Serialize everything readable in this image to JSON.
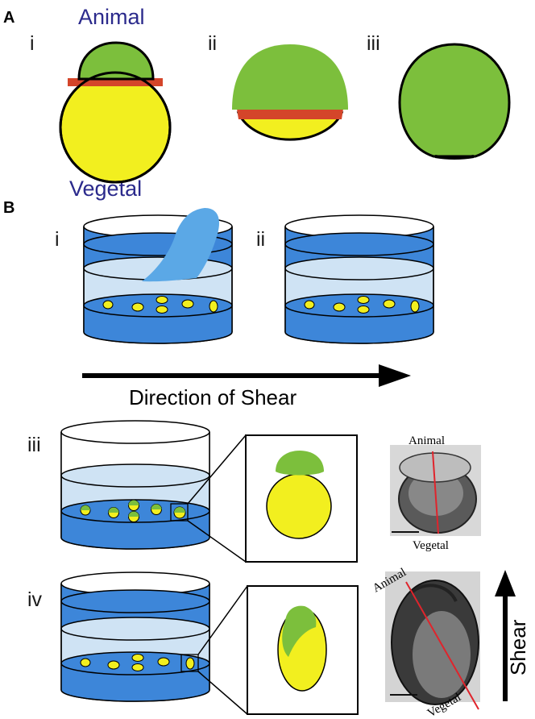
{
  "figure": {
    "panel_a": {
      "letter": "A",
      "labels": [
        "i",
        "ii",
        "iii"
      ],
      "animal_label": "Animal",
      "vegetal_label": "Vegetal"
    },
    "panel_b": {
      "letter": "B",
      "labels": [
        "i",
        "ii",
        "iii",
        "iv"
      ],
      "direction_label": "Direction of Shear",
      "photo_iii": {
        "animal": "Animal",
        "vegetal": "Vegetal"
      },
      "photo_iv": {
        "animal": "Animal",
        "vegetal": "Vegetal"
      },
      "shear_label": "Shear"
    }
  },
  "colors": {
    "yolk": "#f2ef1f",
    "blastoderm": "#7cbf3c",
    "margin": "#d4452a",
    "medium": "#3d86d9",
    "medium_light": "#cfe3f4",
    "pole_text": "#2b2a8c",
    "axis_line": "#e0242c"
  }
}
